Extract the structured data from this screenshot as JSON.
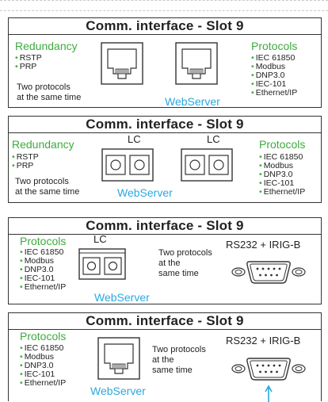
{
  "panels": [
    {
      "title": "Comm. interface - Slot 9",
      "left_group": {
        "title": "Redundancy",
        "items": [
          "RSTP",
          "PRP"
        ]
      },
      "note": [
        "Two protocols",
        "at the same time"
      ],
      "webserver": "WebServer",
      "right_group": {
        "title": "Protocols",
        "items": [
          "IEC 61850",
          "Modbus",
          "DNP3.0",
          "IEC-101",
          "Ethernet/IP"
        ]
      }
    },
    {
      "title": "Comm. interface - Slot 9",
      "left_group": {
        "title": "Redundancy",
        "items": [
          "RSTP",
          "PRP"
        ]
      },
      "note": [
        "Two protocols",
        "at the same time"
      ],
      "connector_labels": [
        "LC",
        "LC"
      ],
      "webserver": "WebServer",
      "right_group": {
        "title": "Protocols",
        "items": [
          "IEC 61850",
          "Modbus",
          "DNP3.0",
          "IEC-101",
          "Ethernet/IP"
        ]
      }
    },
    {
      "title": "Comm. interface - Slot 9",
      "left_group": {
        "title": "Protocols",
        "items": [
          "IEC 61850",
          "Modbus",
          "DNP3.0",
          "IEC-101",
          "Ethernet/IP"
        ]
      },
      "connector_label": "LC",
      "note": [
        "Two protocols",
        "at the",
        "same time"
      ],
      "serial_label": "RS232 + IRIG-B",
      "webserver": "WebServer"
    },
    {
      "title": "Comm. interface - Slot 9",
      "left_group": {
        "title": "Protocols",
        "items": [
          "IEC 61850",
          "Modbus",
          "DNP3.0",
          "IEC-101",
          "Ethernet/IP"
        ]
      },
      "note": [
        "Two protocols",
        "at the",
        "same time"
      ],
      "serial_label": "RS232 + IRIG-B",
      "webserver": "WebServer"
    }
  ],
  "colors": {
    "accent_green": "#3dab3d",
    "accent_blue": "#29a9e0",
    "border": "#333333"
  },
  "icons": [
    "rj45-port-icon",
    "lc-fiber-connector-icon",
    "db9-serial-connector-icon",
    "arrow-up-icon"
  ]
}
